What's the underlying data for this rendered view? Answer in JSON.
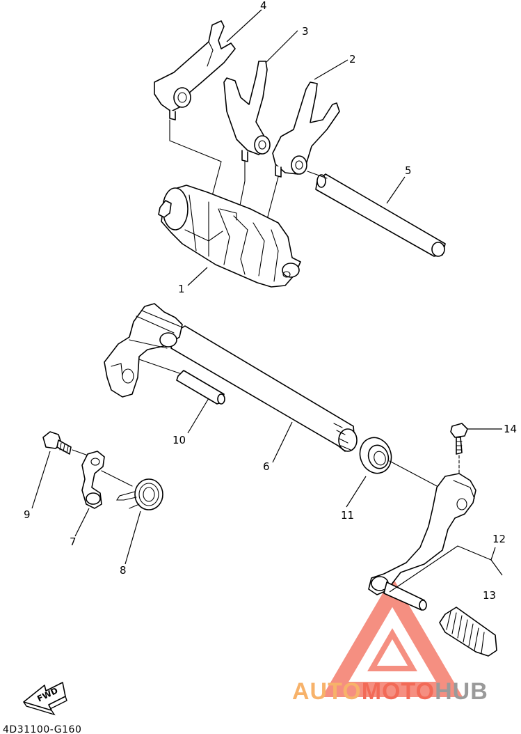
{
  "diagram": {
    "part_numbers": [
      "1",
      "2",
      "3",
      "4",
      "5",
      "6",
      "7",
      "8",
      "9",
      "10",
      "11",
      "12",
      "13",
      "14"
    ],
    "drawing_code": "4D31100-G160",
    "fwd_label": "FWD"
  },
  "watermark": {
    "part1": "AUTO",
    "part2": "MOTO",
    "part3": "HUB",
    "colors": {
      "auto": "#f7b26a",
      "moto": "#f26a57",
      "hub": "#9a9a9a",
      "triangle": "#f26a57"
    }
  }
}
